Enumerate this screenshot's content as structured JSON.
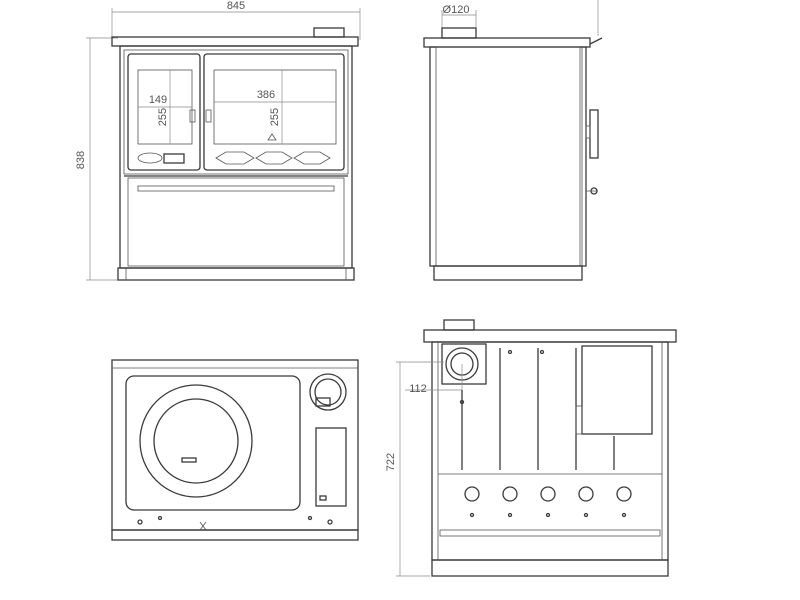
{
  "dimensions": {
    "total_width": "845",
    "total_height": "838",
    "flue_diameter": "Ø120",
    "firebox_door_width": "149",
    "firebox_door_height": "255",
    "oven_width": "386",
    "oven_height": "255",
    "flue_offset": "112",
    "rear_height": "722"
  },
  "icons": {
    "front": "stove-front-view",
    "side": "stove-side-view",
    "top": "stove-top-view",
    "rear": "stove-rear-view"
  }
}
